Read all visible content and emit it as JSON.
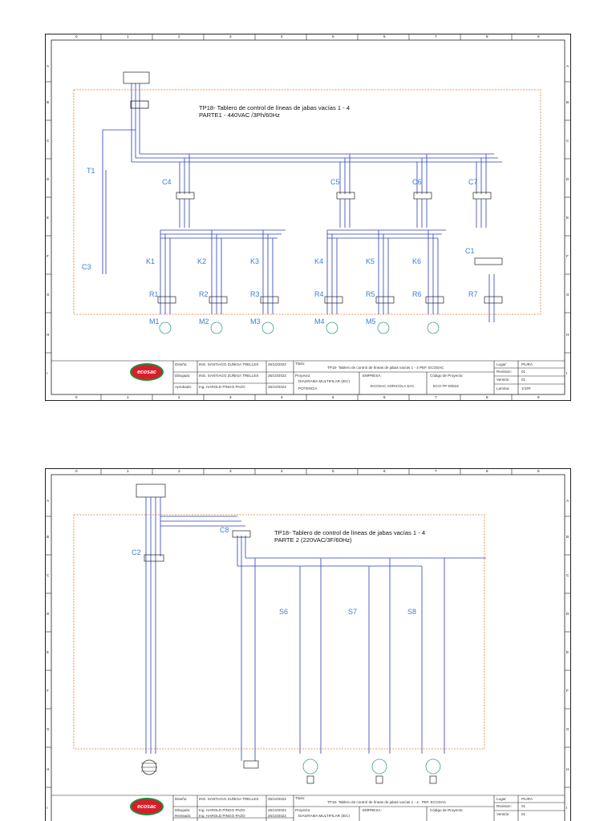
{
  "sheets": [
    {
      "title_line1": "TP18- Tablero de control de líneas de jabas vacías 1 - 4",
      "title_line2": "PARTE1 - 440VAC /3Ph/60Hz",
      "col_numbers": [
        "0",
        "1",
        "2",
        "3",
        "4",
        "5",
        "6",
        "7",
        "8",
        "9"
      ],
      "row_letters": [
        "A",
        "B",
        "C",
        "D",
        "E",
        "F",
        "G",
        "H",
        "I"
      ],
      "components": [
        "C3",
        "T1",
        "C4",
        "C5",
        "C6",
        "C7",
        "K1",
        "K2",
        "K3",
        "K4",
        "K5",
        "K6",
        "C1",
        "R1",
        "R2",
        "R3",
        "R4",
        "R5",
        "R6",
        "R7",
        "M1",
        "M2",
        "M3",
        "M4",
        "M5"
      ],
      "title_block": {
        "diseno_label": "Diseño:",
        "diseno_name": "ING. SANTIAGO ZUÑIGA TRELLES",
        "diseno_date": "25/10/2022",
        "dibujado_label": "Dibujado:",
        "dibujado_name": "ING. SANTIAGO ZUÑIGA TRELLES",
        "dibujado_date": "25/10/2022",
        "third_label": "Aprobado:",
        "third_name": "Ing. HAROLD PINGO PAZO",
        "third_date": "25/10/2022",
        "titulo_label": "Titulo:",
        "titulo_value": "TP18- Tablero de control de líneas de jabas vacías 1 - 4 PEF. ECOSAC",
        "proyecto_label": "Proyecto:",
        "proyecto_value1": "DIAGRAMA MULTIFILAR (IEC)",
        "proyecto_value2": "POTENCIA",
        "empresa_label": "EMPRESA:",
        "empresa_value": "ECOSAC AGRICOLA SAC",
        "codigo_label": "Código de Proyecto:",
        "codigo_value": "ECO-TP-00018",
        "lugar_label": "Lugar:",
        "lugar_value": "PIURA",
        "revision_label": "Revision:",
        "revision_value": "01",
        "version_label": "Versión:",
        "version_value": "01",
        "lamina_label": "Lamina:",
        "lamina_value": "1/1##",
        "logo": "ecosac"
      }
    },
    {
      "title_line1": "TP18- Tablero de control de líneas de jabas vacías 1 - 4",
      "title_line2": "PARTE 2 (220VAC/3F/60Hz)",
      "col_numbers": [
        "0",
        "1",
        "2",
        "3",
        "4",
        "5",
        "6",
        "7",
        "8",
        "9"
      ],
      "row_letters": [
        "A",
        "B",
        "C",
        "D",
        "E",
        "F",
        "G",
        "H",
        "I"
      ],
      "components": [
        "C8",
        "C2",
        "S6",
        "S7",
        "S8"
      ],
      "title_block": {
        "diseno_label": "Diseño:",
        "diseno_name": "ING. SANTIAGO ZUÑIGA TRELLES",
        "diseno_date": "25/10/2022",
        "dibujado_label": "Dibujado:",
        "dibujado_name": "Ing. HAROLD PINGO PAZO",
        "dibujado_date": "25/10/2022",
        "third_label": "Revisado:",
        "third_name": "Ing. HAROLD PINGO PAZO",
        "third_date": "25/10/2022",
        "titulo_label": "Titulo:",
        "titulo_value": "TP18- Tablero de control de líneas de jabas vacías 1 - 4 · PEF. ECOSAC",
        "proyecto_label": "Proyecto:",
        "proyecto_value1": "DIAGRAMA MULTIFILAR (IEC)",
        "proyecto_value2": "",
        "empresa_label": "EMPRESA:",
        "empresa_value": "",
        "codigo_label": "Código de Proyecto:",
        "codigo_value": "",
        "lugar_label": "Lugar:",
        "lugar_value": "PIURA",
        "revision_label": "Revision:",
        "revision_value": "01",
        "version_label": "Versión:",
        "version_value": "01",
        "lamina_label": "",
        "lamina_value": "",
        "logo": "ecosac"
      }
    }
  ]
}
